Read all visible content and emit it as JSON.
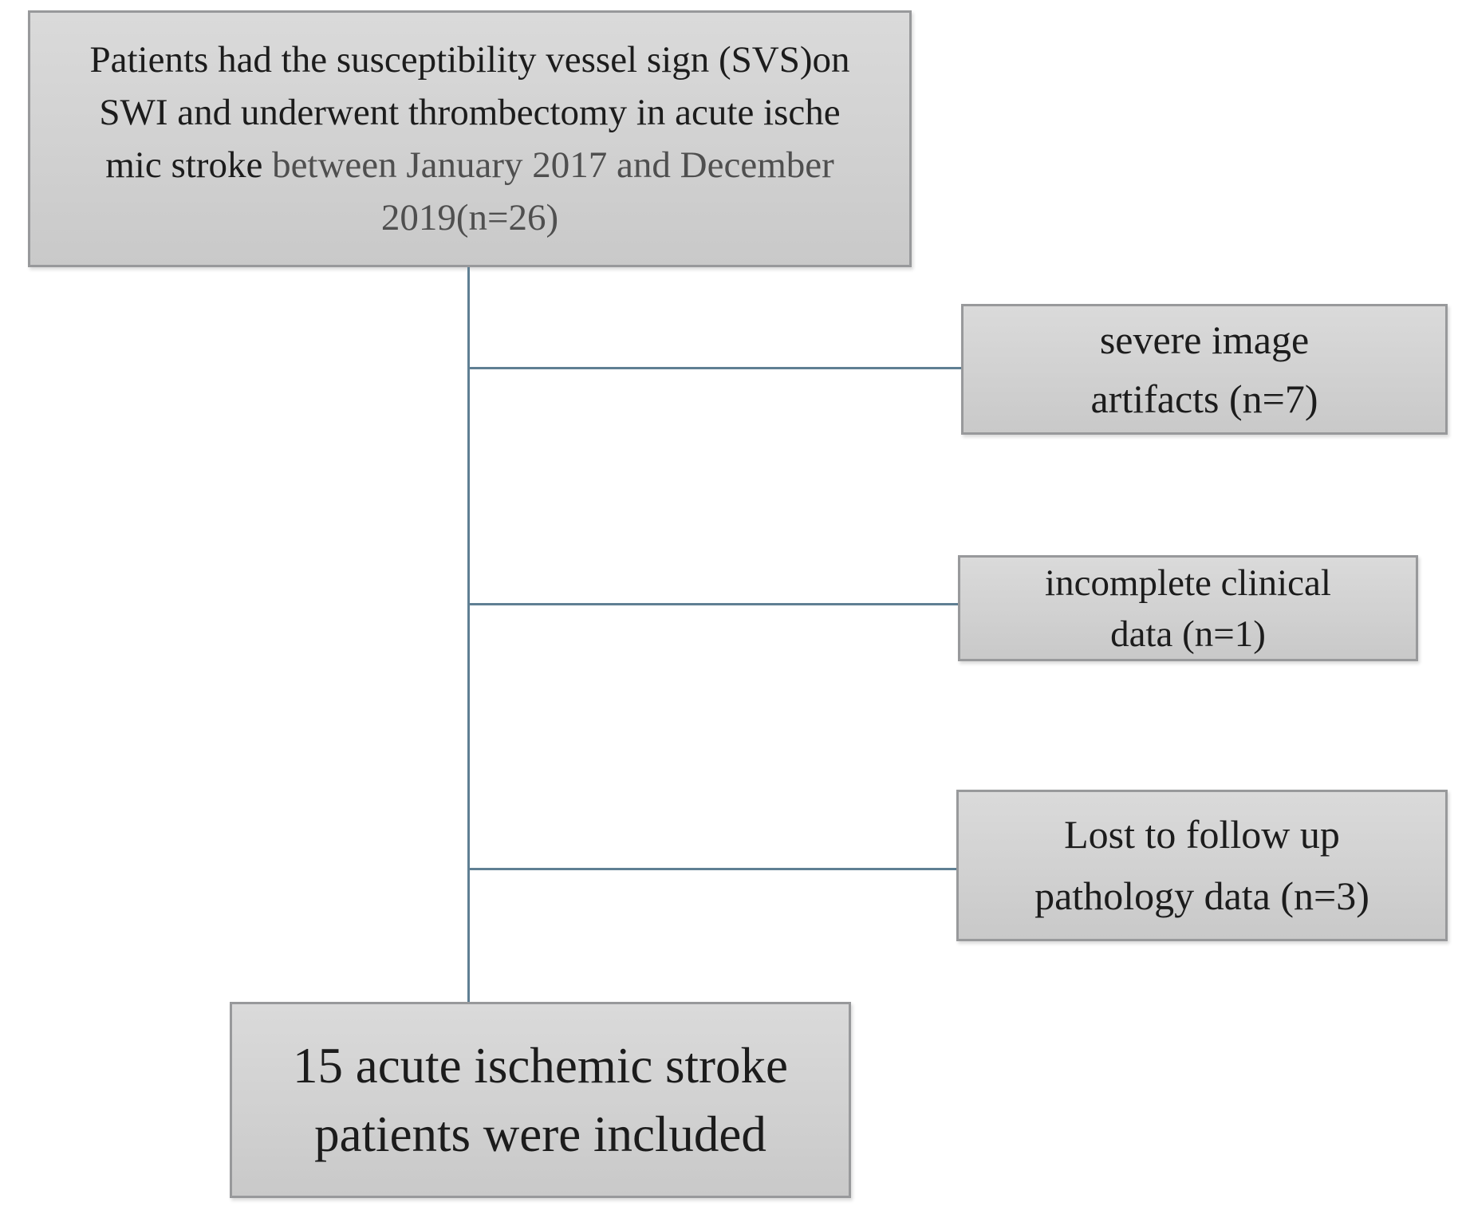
{
  "figure": {
    "top_box": {
      "line1": "Patients had the susceptibility vessel sign (SVS)on",
      "line2": "SWI and underwent thrombectomy in acute ische",
      "line3_dark": "mic stroke",
      "line3_light": " between January 2017 and December",
      "line4_light": "2019(n=26)"
    },
    "exclusion_boxes": [
      {
        "line1": "severe image",
        "line2": "artifacts (n=7)"
      },
      {
        "line1": "incomplete clinical",
        "line2": "data (n=1)"
      },
      {
        "line1": "Lost to follow up",
        "line2": "pathology data (n=3)"
      }
    ],
    "result_box": {
      "line1": "15 acute ischemic stroke",
      "line2": "patients were included"
    },
    "colors": {
      "box_fill_top": "#dadada",
      "box_fill_bottom": "#c9c9c9",
      "box_border": "#98999b",
      "connector": "#5f7f93",
      "text_primary": "#1c1c1c",
      "text_secondary": "#4f4f4f"
    }
  }
}
